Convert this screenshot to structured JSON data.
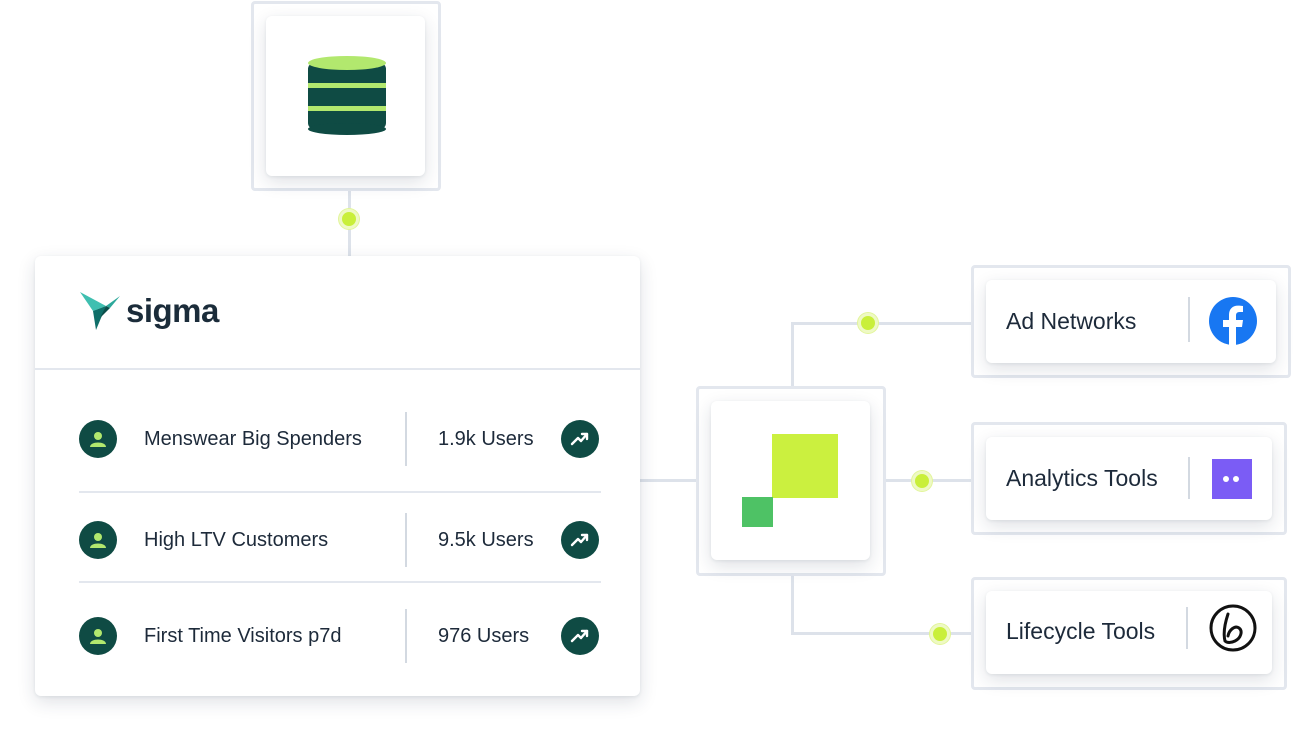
{
  "source": {
    "icon": "database-icon",
    "colors": {
      "disk": "#0f4b44",
      "band": "#b2e86e"
    }
  },
  "sigma": {
    "logo_icon": "sigma-bird-icon",
    "logo_text": "sigma",
    "segments": [
      {
        "name": "Menswear Big Spenders",
        "count": "1.9k Users",
        "icon": "user-icon",
        "trend_icon": "trend-up-icon"
      },
      {
        "name": "High LTV Customers",
        "count": "9.5k Users",
        "icon": "user-icon",
        "trend_icon": "trend-up-icon"
      },
      {
        "name": "First Time Visitors p7d",
        "count": "976 Users",
        "icon": "user-icon",
        "trend_icon": "trend-up-icon"
      }
    ]
  },
  "hub": {
    "icon": "segment-squares-icon",
    "colors": {
      "large": "#cbf03f",
      "small": "#4ec265"
    }
  },
  "destinations": [
    {
      "label": "Ad Networks",
      "icon": "facebook-icon",
      "color": "#1877f2"
    },
    {
      "label": "Analytics Tools",
      "icon": "analytics-dots-icon",
      "color": "#7b5cf5"
    },
    {
      "label": "Lifecycle Tools",
      "icon": "braze-b-icon",
      "color": "#111111"
    }
  ],
  "colors": {
    "connector": "#dde2ea",
    "node_dot": "#c9ef3a",
    "accent_dark": "#0f4b44"
  }
}
